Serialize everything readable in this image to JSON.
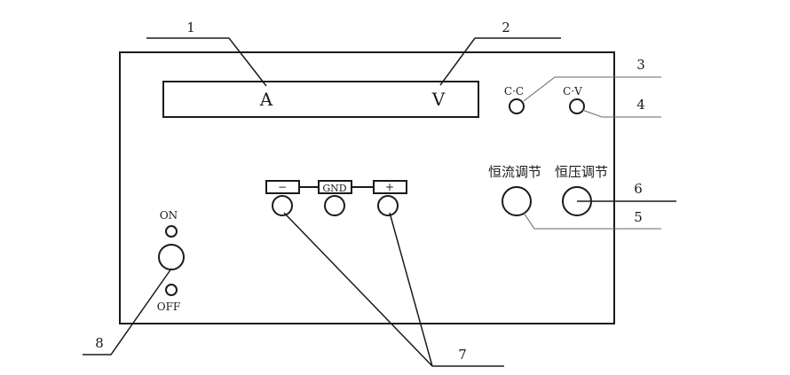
{
  "display": {
    "ammeter_unit": "A",
    "voltmeter_unit": "V"
  },
  "indicators": {
    "cc_label": "C·C",
    "cv_label": "C·V"
  },
  "knobs": {
    "current_adjust_label": "恒流调节",
    "voltage_adjust_label": "恒压调节"
  },
  "terminals": {
    "negative_label": "−",
    "ground_label": "GND",
    "positive_label": "+"
  },
  "power": {
    "on_label": "ON",
    "off_label": "OFF"
  },
  "callouts": {
    "c1": "1",
    "c2": "2",
    "c3": "3",
    "c4": "4",
    "c5": "5",
    "c6": "6",
    "c7": "7",
    "c8": "8"
  },
  "colors": {
    "ink": "#1a1a1a",
    "leader": "#555555"
  }
}
